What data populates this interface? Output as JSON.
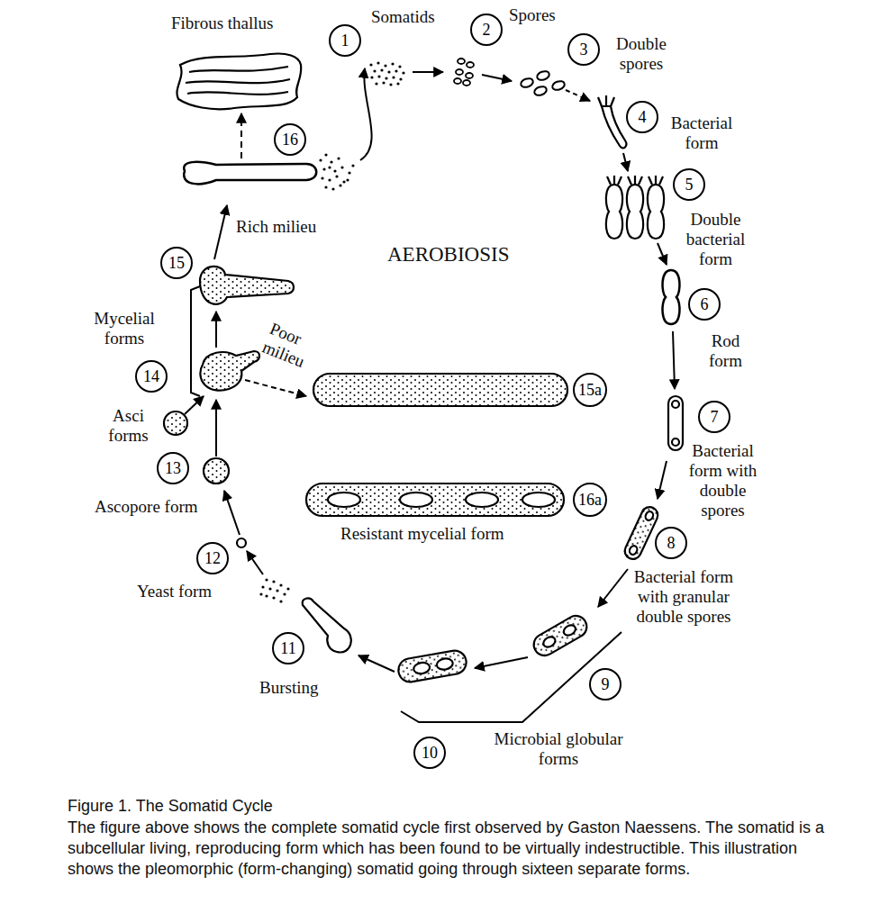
{
  "diagram": {
    "title": "Figure 1. The Somatid Cycle",
    "caption": "The figure above shows the complete somatid cycle first observed by Gaston Naessens. The somatid is a subcellular living, reproducing form which has been found to be virtually indestructible. This illustration shows the pleomorphic (form-changing) somatid going through sixteen separate forms.",
    "nodes": [
      {
        "text": [
          "1"
        ]
      },
      {
        "text": [
          "2"
        ]
      },
      {
        "text": [
          "3"
        ]
      },
      {
        "text": [
          "4"
        ]
      },
      {
        "text": [
          "5"
        ]
      },
      {
        "text": [
          "6"
        ]
      },
      {
        "text": [
          "7"
        ]
      },
      {
        "text": [
          "8"
        ]
      },
      {
        "text": [
          "9"
        ]
      },
      {
        "text": [
          "10"
        ]
      },
      {
        "text": [
          "11"
        ]
      },
      {
        "text": [
          "12"
        ]
      },
      {
        "text": [
          "13"
        ]
      },
      {
        "text": [
          "14"
        ]
      },
      {
        "text": [
          "15"
        ]
      },
      {
        "text": [
          "16"
        ]
      },
      {
        "text": [
          "15a"
        ]
      },
      {
        "text": [
          "16a"
        ]
      }
    ],
    "labels": [
      "Fibrous thallus",
      "Somatids",
      "Spores",
      "Double spores",
      "Bacterial form",
      "Double bacterial form",
      "Rod form",
      "Bacterial form with double spores",
      "Bacterial form with granular double spores",
      "Microbial globular forms",
      "Bursting",
      "Yeast form",
      "Ascopore form",
      "Asci forms",
      "Mycelial forms",
      "Rich milieu",
      "Poor milieu",
      "AEROBIOSIS",
      "Resistant mycelial form"
    ]
  }
}
